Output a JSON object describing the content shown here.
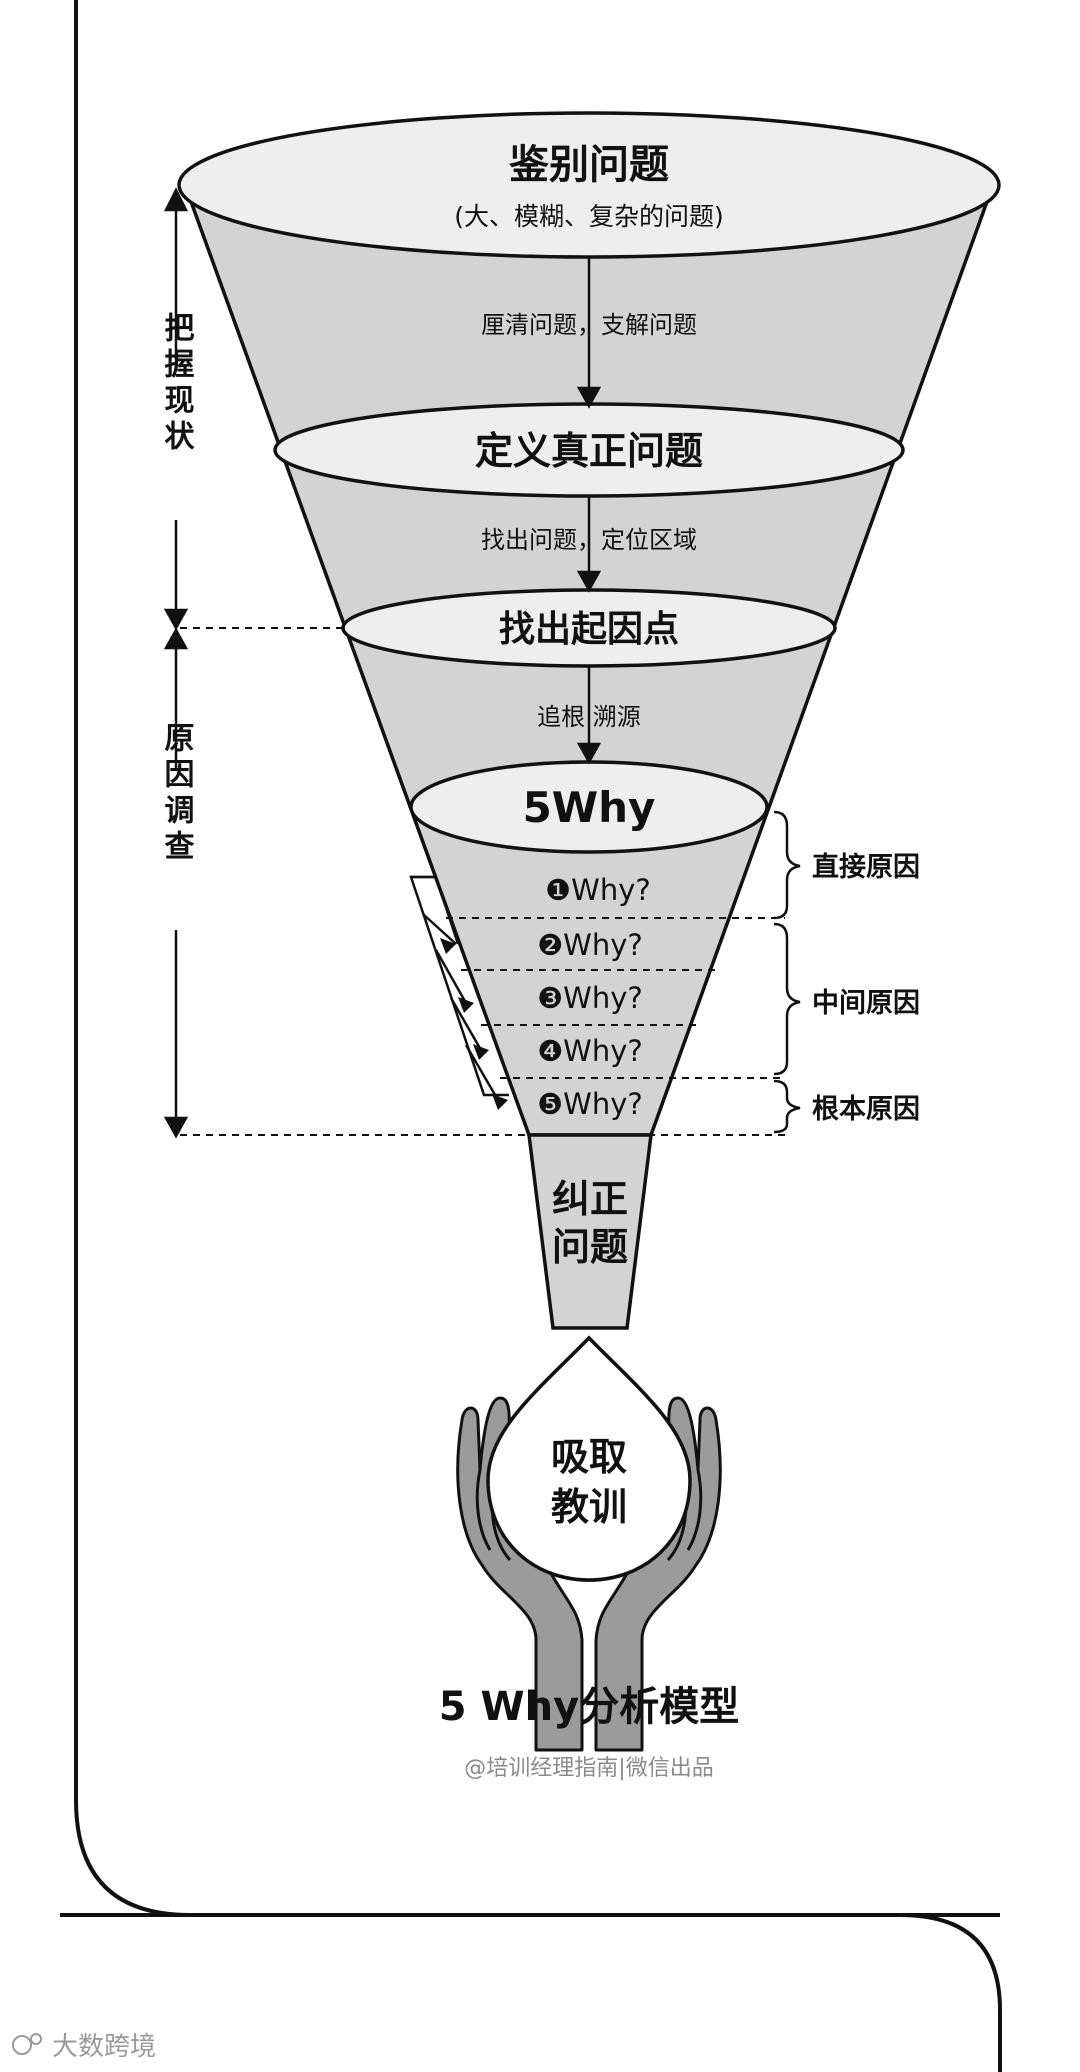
{
  "funnel": {
    "stage1_title": "鉴别问题",
    "stage1_subtitle": "(大、模糊、复杂的问题)",
    "step1_label": "厘清问题，支解问题",
    "stage2_title": "定义真正问题",
    "step2_label": "找出问题，定位区域",
    "stage3_title": "找出起因点",
    "step3_label": "追根 溯源",
    "stage4_title": "5Why",
    "whys": [
      "❶Why?",
      "❷Why?",
      "❸Why?",
      "❹Why?",
      "❺Why?"
    ],
    "spout_line1": "纠正",
    "spout_line2": "问题",
    "drop_line1": "吸取",
    "drop_line2": "教训"
  },
  "left_labels": {
    "top": "把握现状",
    "bottom": "原因调查"
  },
  "right_labels": {
    "direct": "直接原因",
    "middle": "中间原因",
    "root": "根本原因"
  },
  "footer": {
    "title": "5 Why分析模型",
    "credit": "@培训经理指南|微信出品",
    "watermark": "大数跨境"
  },
  "colors": {
    "funnel_fill": "#d3d3d3",
    "ellipse_fill": "#eeeeee",
    "outline": "#111111",
    "hand_fill": "#9b9b9b"
  }
}
